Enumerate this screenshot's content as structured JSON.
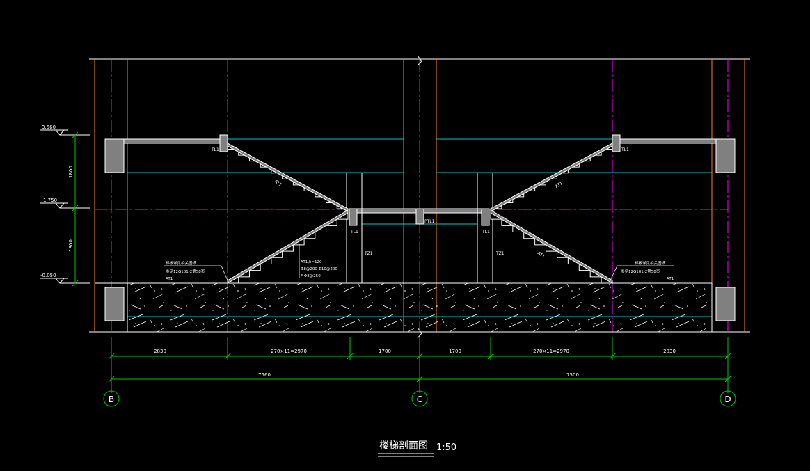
{
  "drawing": {
    "title": "楼梯剖面图",
    "scale": "1:50",
    "colors": {
      "background": "#000000",
      "line": "#ffffff",
      "axis": "#ff00ff",
      "wall": "#ff8000",
      "cyan": "#00c8c8",
      "dim": "#00c800",
      "beam_fill": "#808080"
    }
  },
  "levels": {
    "top": "3.560",
    "mid": "1.750",
    "base": "-0.050",
    "upper_height": "1800",
    "lower_height": "1800"
  },
  "labels": {
    "tl1_left": "TL1",
    "tl1_right": "TL1",
    "tl1_mid_left": "TL1",
    "tl1_mid_right": "TL1",
    "ptl1": "PTL1",
    "tz1_left": "TZ1",
    "tz1_right": "TZ1",
    "at_upper_left": "AT1",
    "at_upper_right": "AT1",
    "at_lower_right": "AT1",
    "at_lower_left_spec": "AT1,h=120",
    "rebar_1": "Φ8@200 Φ10@200",
    "rebar_2": "F Φ8@250",
    "note_left_1": "梯板详见相关图纸",
    "note_left_2": "参见12G101-2第58页",
    "note_left_3": "AT1",
    "note_right_1": "梯板详见相关图纸",
    "note_right_2": "参见12G101-2第58页",
    "note_right_3": "AT1"
  },
  "dimensions": {
    "seg1": "2830",
    "seg2": "270×11=2970",
    "seg3": "1700",
    "seg4": "1700",
    "seg5": "270×11=2970",
    "seg6": "2830",
    "total_left": "7560",
    "total_right": "7500"
  },
  "axes": {
    "b": "B",
    "c": "C",
    "d": "D"
  }
}
